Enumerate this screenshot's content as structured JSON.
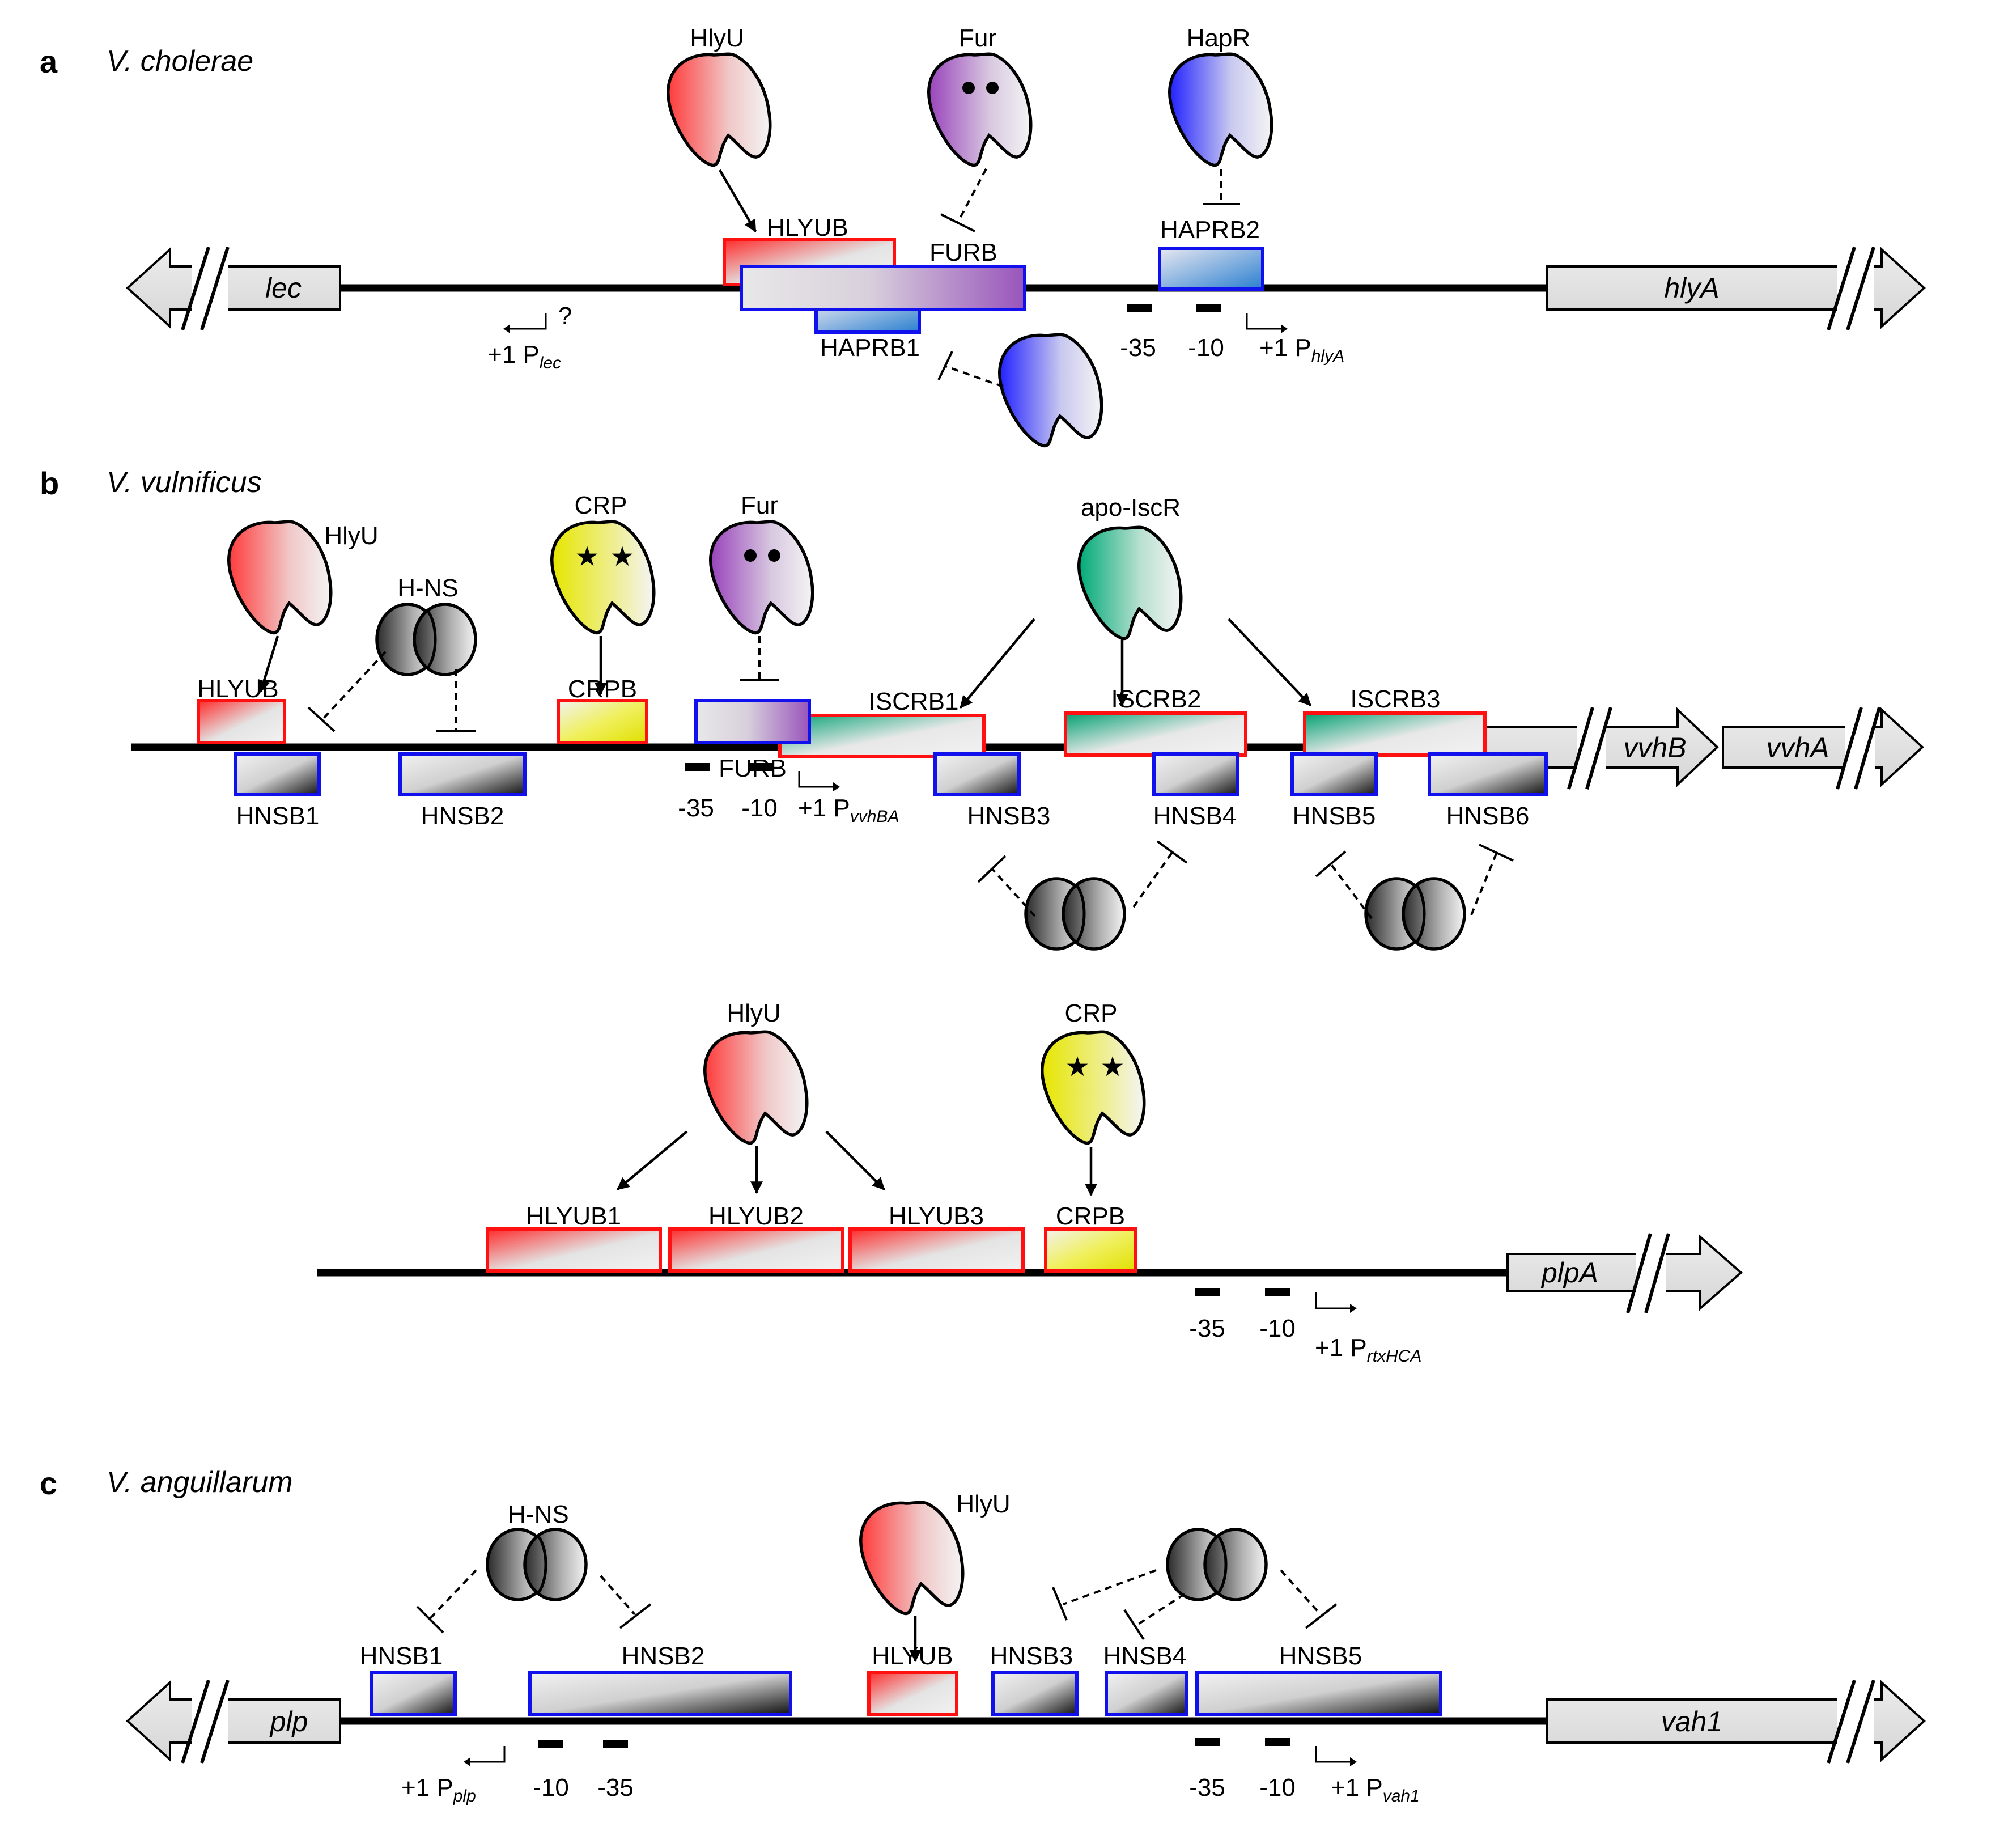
{
  "panels": [
    {
      "letter": "a",
      "species": "V. cholerae"
    },
    {
      "letter": "b",
      "species": "V. vulnificus"
    },
    {
      "letter": "c",
      "species": "V. anguillarum"
    }
  ],
  "genes": {
    "lec": "lec",
    "hlyA": "hlyA",
    "vvhB": "vvhB",
    "vvhA": "vvhA",
    "plpA": "plpA",
    "plp": "plp",
    "vah1": "vah1"
  },
  "proteins": {
    "HlyU": "HlyU",
    "Fur": "Fur",
    "HapR": "HapR",
    "CRP": "CRP",
    "HNS": "H-NS",
    "IscR": "apo-IscR"
  },
  "sites": {
    "HLYUB": "HLYUB",
    "FURB": "FURB",
    "HAPRB1": "HAPRB1",
    "HAPRB2": "HAPRB2",
    "CRPB": "CRPB",
    "ISCRB1": "ISCRB1",
    "ISCRB2": "ISCRB2",
    "ISCRB3": "ISCRB3",
    "HNSB1": "HNSB1",
    "HNSB2": "HNSB2",
    "HNSB3": "HNSB3",
    "HNSB4": "HNSB4",
    "HNSB5": "HNSB5",
    "HNSB6": "HNSB6",
    "HLYUB1": "HLYUB1",
    "HLYUB2": "HLYUB2",
    "HLYUB3": "HLYUB3"
  },
  "promoter": {
    "m35": "-35",
    "m10": "-10",
    "plus1": "+1 P",
    "question": "?",
    "lec": "lec",
    "hlyA": "hlyA",
    "vvhBA": "vvhBA",
    "rtxHCA": "rtxHCA",
    "plp": "plp",
    "vah1": "vah1"
  },
  "colors": {
    "HlyU": "#ff4d4d",
    "Fur": "#9955bb",
    "HapR": "#3333ff",
    "CRP": "#eeee22",
    "HNS": "#333333",
    "IscR": "#11aa77",
    "red_border": "#ff1111",
    "blue_border": "#1111ee",
    "gene_fill": "#e0e0e0"
  }
}
